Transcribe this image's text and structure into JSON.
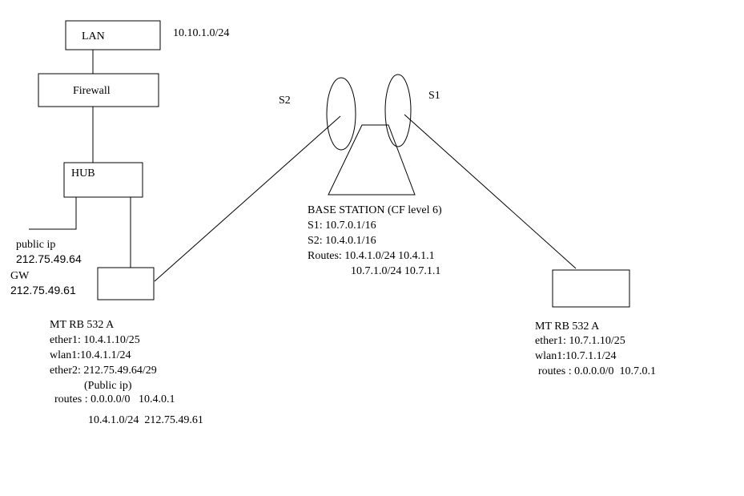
{
  "colors": {
    "background": "#ffffff",
    "stroke": "#000000",
    "text": "#000000"
  },
  "lan": {
    "label": "LAN",
    "subnet": "10.10.1.0/24"
  },
  "firewall": {
    "label": "Firewall"
  },
  "hub": {
    "label": "HUB"
  },
  "gateway_info": {
    "public_ip_label": "public ip",
    "public_ip": "212.75.49.64",
    "gw_label": "GW",
    "gw_ip": "212.75.49.61"
  },
  "base_station": {
    "sector_s2_label": "S2",
    "sector_s1_label": "S1",
    "lines": [
      "BASE STATION (CF level 6)",
      "S1: 10.7.0.1/16",
      "S2: 10.4.0.1/16",
      "Routes: 10.4.1.0/24 10.4.1.1",
      "10.7.1.0/24 10.7.1.1"
    ]
  },
  "router_a": {
    "lines": [
      "MT RB 532 A",
      "ether1: 10.4.1.10/25",
      "wlan1:10.4.1.1/24",
      "ether2: 212.75.49.64/29",
      "(Public ip)",
      "routes : 0.0.0.0/0   10.4.0.1",
      "10.4.1.0/24  212.75.49.61"
    ]
  },
  "router_b": {
    "lines": [
      "MT RB 532 A",
      "ether1: 10.7.1.10/25",
      "wlan1:10.7.1.1/24",
      "routes : 0.0.0.0/0  10.7.0.1"
    ]
  }
}
